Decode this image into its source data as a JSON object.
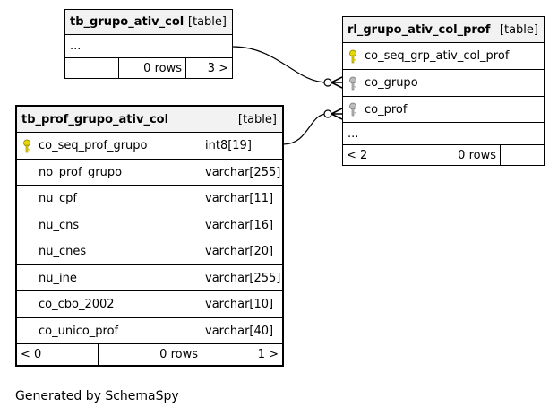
{
  "caption": "Generated by SchemaSpy",
  "colors": {
    "primary_key": "#e8d800",
    "foreign_key": "#aaaaaa",
    "header_bg": "#f2f2f2",
    "border": "#000000"
  },
  "tb_grupo_ativ_col": {
    "name": "tb_grupo_ativ_col",
    "kind": "[table]",
    "ellipsis": "...",
    "footer": {
      "left": "",
      "rows": "0 rows",
      "right": "3 >"
    }
  },
  "rl_grupo_ativ_col_prof": {
    "name": "rl_grupo_ativ_col_prof",
    "kind": "[table]",
    "columns": [
      {
        "name": "co_seq_grp_ativ_col_prof",
        "icon": "primary-key-icon"
      },
      {
        "name": "co_grupo",
        "icon": "foreign-key-icon"
      },
      {
        "name": "co_prof",
        "icon": "foreign-key-icon"
      }
    ],
    "ellipsis": "...",
    "footer": {
      "left": "< 2",
      "rows": "0 rows",
      "right": ""
    }
  },
  "tb_prof_grupo_ativ_col": {
    "name": "tb_prof_grupo_ativ_col",
    "kind": "[table]",
    "columns": [
      {
        "name": "co_seq_prof_grupo",
        "type": "int8[19]",
        "icon": "primary-key-icon"
      },
      {
        "name": "no_prof_grupo",
        "type": "varchar[255]"
      },
      {
        "name": "nu_cpf",
        "type": "varchar[11]"
      },
      {
        "name": "nu_cns",
        "type": "varchar[16]"
      },
      {
        "name": "nu_cnes",
        "type": "varchar[20]"
      },
      {
        "name": "nu_ine",
        "type": "varchar[255]"
      },
      {
        "name": "co_cbo_2002",
        "type": "varchar[10]"
      },
      {
        "name": "co_unico_prof",
        "type": "varchar[40]"
      }
    ],
    "footer": {
      "left": "< 0",
      "rows": "0 rows",
      "right": "1 >"
    }
  }
}
